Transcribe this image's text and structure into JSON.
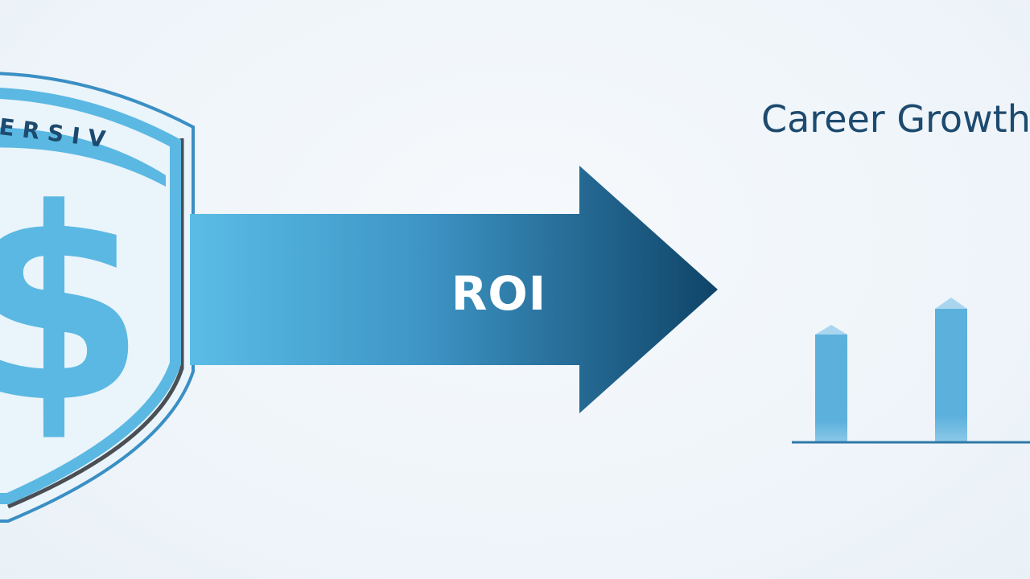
{
  "shield": {
    "banner_text": "ERSIV",
    "symbol": "$",
    "icon": "shield-dollar-icon"
  },
  "arrow": {
    "label": "ROI",
    "icon": "arrow-right-icon"
  },
  "growth": {
    "title": "Career Growth"
  },
  "colors": {
    "background": "#f1f6fa",
    "light_blue": "#5bb8e2",
    "dark_blue": "#0f4468",
    "text_navy": "#1d4a6e"
  }
}
